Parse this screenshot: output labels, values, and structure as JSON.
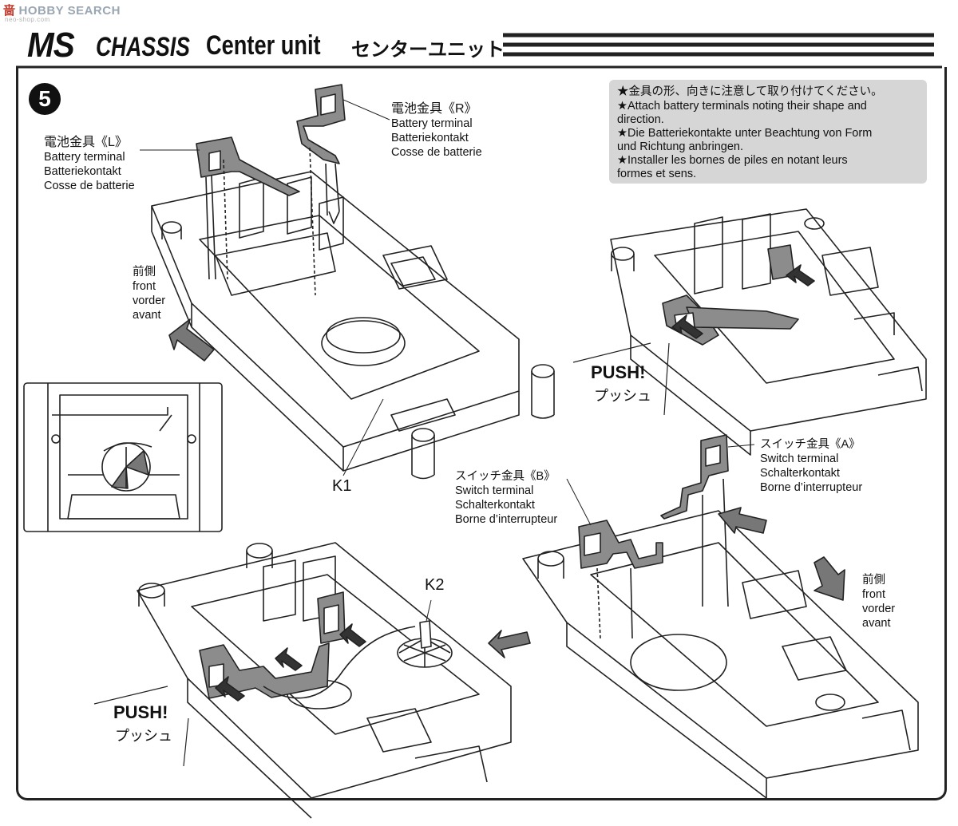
{
  "watermark": {
    "site": "HOBBY SEARCH",
    "logo": "啬",
    "sub": "neo-shop.com"
  },
  "title": {
    "ms": "MS",
    "chassis": "CHASSIS",
    "center": "Center unit",
    "jp": "センターユニット"
  },
  "step_number": "5",
  "battery_terminal_L": {
    "jp": "電池金具《L》",
    "en": "Battery terminal",
    "de": "Batteriekontakt",
    "fr": "Cosse de batterie"
  },
  "battery_terminal_R": {
    "jp": "電池金具《R》",
    "en": "Battery terminal",
    "de": "Batteriekontakt",
    "fr": "Cosse de batterie"
  },
  "front_label_1": {
    "jp": "前側",
    "en": "front",
    "de": "vorder",
    "fr": "avant"
  },
  "front_label_2": {
    "jp": "前側",
    "en": "front",
    "de": "vorder",
    "fr": "avant"
  },
  "note": {
    "jp": "★金具の形、向きに注意して取り付けてください。",
    "en1": "★Attach battery terminals noting their shape and",
    "en2": "direction.",
    "de1": "★Die Batteriekontakte unter Beachtung von Form",
    "de2": "und Richtung anbringen.",
    "fr1": "★Installer les bornes de piles en notant leurs",
    "fr2": "formes et sens."
  },
  "push_1": {
    "en": "PUSH!",
    "jp": "プッシュ"
  },
  "push_2": {
    "en": "PUSH!",
    "jp": "プッシュ"
  },
  "switch_terminal_A": {
    "jp": "スイッチ金具《A》",
    "en": "Switch terminal",
    "de": "Schalterkontakt",
    "fr": "Borne d’interrupteur"
  },
  "switch_terminal_B": {
    "jp": "スイッチ金具《B》",
    "en": "Switch terminal",
    "de": "Schalterkontakt",
    "fr": "Borne d’interrupteur"
  },
  "parts": {
    "k1": "K1",
    "k2": "K2"
  },
  "colors": {
    "line": "#222222",
    "terminal_fill": "#8c8c8c",
    "note_bg": "#d6d6d6"
  }
}
